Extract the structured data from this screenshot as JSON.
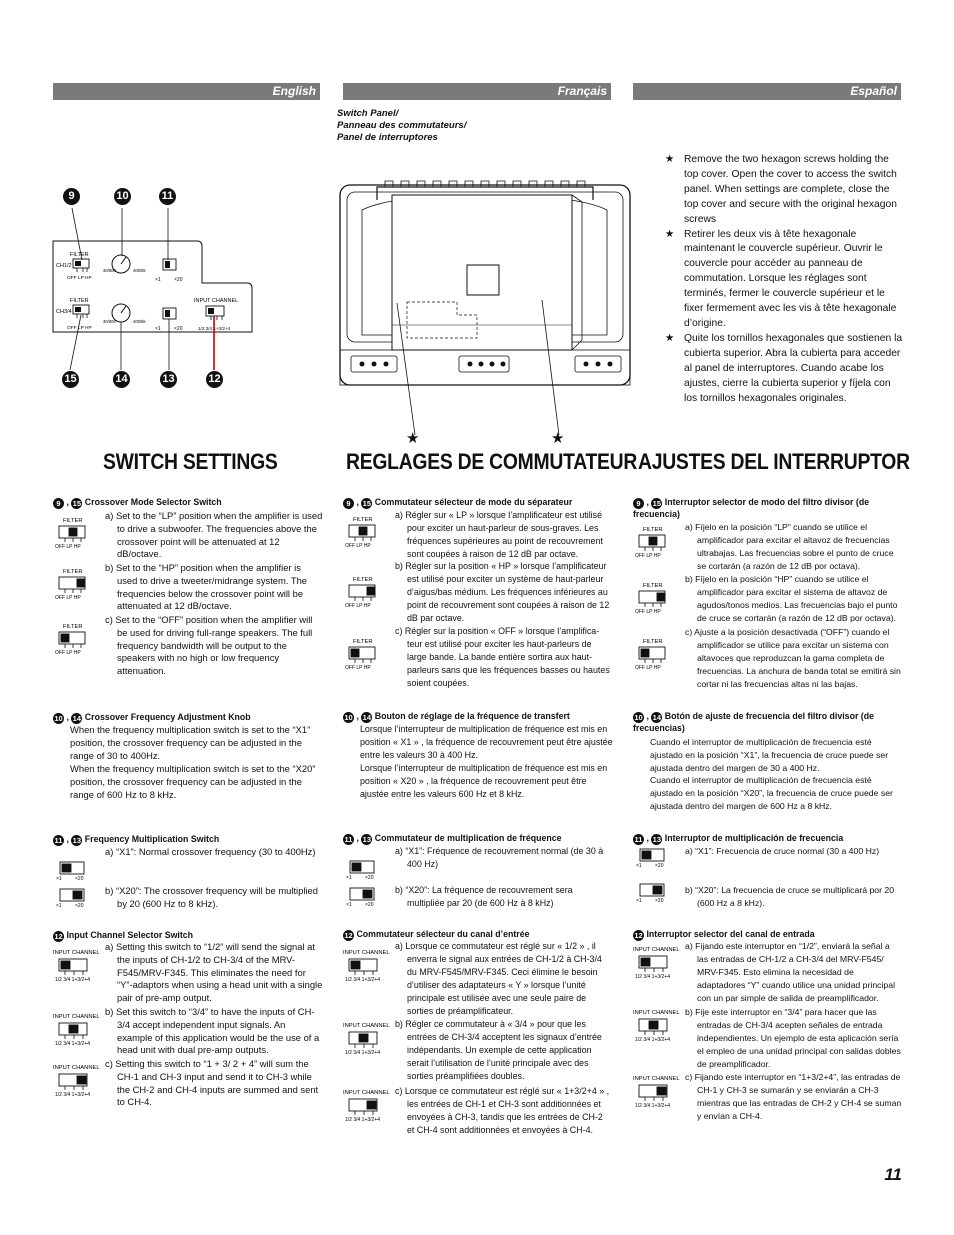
{
  "header": {
    "english": "English",
    "francais": "Français",
    "espanol": "Español"
  },
  "switch_panel_caption": [
    "Switch Panel/",
    "Panneau des commutateurs/",
    "Panel de interruptores"
  ],
  "stars": [
    "Remove the two hexagon screws holding the top cover. Open the cover to access the switch panel. When settings are complete, close the top cover and secure with the original hexagon screws",
    "Retirer les deux vis à tête hexagonale maintenant le couvercle supérieur. Ouvrir le couvercle pour accéder au panneau de commutation. Lorsque les réglages sont terminés, fermer le couvercle supérieur et le fixer fermement avec les vis à tête hexagonale d’origine.",
    "Quite los tornillos hexagonales que sostienen la cubierta superior. Abra la cubierta para acceder al panel de interruptores. Cuando acabe los ajustes, cierre la cubierta superior y fíjela con los tornillos hexagonales originales."
  ],
  "panel": {
    "filter": "FILTER",
    "ch12": "CH1/2",
    "ch34": "CH3/4",
    "off_lp_hp": "OFF  LP  HP",
    "x1": "×1",
    "x20": "×20",
    "f_30_600": "30/600",
    "f_400_8k": "400/8k",
    "input_channel": "INPUT CHANNEL",
    "ic_pos": "1/2  3/4  1+3/2+4",
    "callouts_top": [
      "9",
      "10",
      "11"
    ],
    "callouts_bottom": [
      "15",
      "14",
      "13",
      "12"
    ]
  },
  "titles": {
    "en": "SWITCH SETTINGS",
    "fr": "REGLAGES DE COMMUTATEUR",
    "es": "AJUSTES DEL INTERRUPTOR"
  },
  "icon_labels": {
    "filter": "FILTER",
    "off_lp_hp": "OFF  LP  HP",
    "x1": "×1",
    "x20": "×20",
    "input_channel": "INPUT CHANNEL",
    "ic_pos": "1/2  3/4  1+3/2+4"
  },
  "en": {
    "s1_nums": [
      "9",
      "15"
    ],
    "s1_title": "Crossover Mode Selector Switch",
    "s1_a": "a)  Set to the “LP” position when the amplifier is used to drive a subwoofer. The frequencies above the crossover point will be attenuated at 12 dB/octave.",
    "s1_b": "b)  Set to the “HP” position when the amplifier is used to drive a tweeter/midrange system. The frequencies below the crossover point will be attenuated at 12 dB/octave.",
    "s1_c": "c)  Set to the “OFF” position when the amplifier will be used for driving full-range speakers. The full frequency bandwidth will be output to the speakers with no high or low frequency attenuation.",
    "s2_nums": [
      "10",
      "14"
    ],
    "s2_title": "Crossover Frequency Adjustment Knob",
    "s2_p1": "When the frequency multiplication switch is set to the “X1” position, the crossover frequency can be adjusted in the range of 30 to 400Hz.",
    "s2_p2": "When the frequency multiplication switch is set to the “X20” position, the crossover frequency can be adjusted in the range of 600 Hz to 8 kHz.",
    "s3_nums": [
      "11",
      "13"
    ],
    "s3_title": "Frequency Multiplication Switch",
    "s3_a": "a)  “X1”: Normal crossover frequency (30 to 400Hz)",
    "s3_b": "b)  “X20”: The crossover frequency will be multiplied by 20 (600 Hz to 8 kHz).",
    "s4_nums": [
      "12"
    ],
    "s4_title": "Input Channel Selector Switch",
    "s4_a": "a)  Setting this switch to “1/2” will send the signal at the inputs of CH-1/2 to CH-3/4 of the MRV-F545/MRV-F345. This eliminates the need for “Y”-adaptors when using a head unit with a single pair of pre-amp output.",
    "s4_b": "b)  Set this switch to “3/4” to have the inputs of CH-3/4 accept independent input signals. An example of this application would be the use of a head unit with dual pre-amp outputs.",
    "s4_c": "c)  Setting this switch to “1 + 3/ 2 + 4” will sum the CH-1 and CH-3 input and send it to CH-3 while the CH-2 and CH-4 inputs are summed and sent to CH-4."
  },
  "fr": {
    "s1_title": "Commutateur sélecteur de mode du séparateur",
    "s1_a": "a)  Régler sur « LP » lorsque l’amplificateur est utilisé pour exciter un haut-parleur de sous-graves. Les fréquences supérieures au point de recouvrement sont coupées à raison de 12 dB par octave.",
    "s1_b": "b)  Régler sur la position « HP » lorsque l’amplificateur est utilisé pour exciter un système de haut-parleur d’aigus/bas médium. Les fréquences inférieures au point de recouvrement sont coupées à raison de 12 dB par octave.",
    "s1_c": "c)  Régler sur la position « OFF » lorsque l’amplifica-teur est utilisé pour exciter les haut-parleurs de large bande. La bande entière sortira aux haut-parleurs sans que les fréquences basses ou hautes soient coupées.",
    "s2_title": "Bouton de réglage de la fréquence de transfert",
    "s2_p1": "Lorsque l’interrupteur de multiplication de fréquence est mis en position « X1 » , la fréquence de recouvrement peut être ajustée entre les valeurs 30 à 400 Hz.",
    "s2_p2": "Lorsque l’interrupteur de multiplication de fréquence est mis en position « X20 » , la fréquence de recouvrement peut être ajustée entre les valeurs 600 Hz et 8 kHz.",
    "s3_title": "Commutateur de multiplication de fréquence",
    "s3_a": "a)  “X1”: Fréquence de recouvrement normal (de 30 à 400 Hz)",
    "s3_b": "b)  “X20”: La fréquence de recouvrement sera multipliée par 20 (de 600 Hz à 8 kHz)",
    "s4_title": "Commutateur sélecteur du canal d’entrée",
    "s4_a": "a)  Lorsque ce commutateur est réglé sur « 1/2 » , il enverra le signal aux entrées de CH-1/2 à CH-3/4 du MRV-F545/MRV-F345. Ceci élimine le besoin d’utiliser des adaptateurs « Y » lorsque l’unité principale est utilisée avec une seule paire de sorties de préamplificateur.",
    "s4_b": "b)  Régler ce commutateur à « 3/4 » pour que les entrées de CH-3/4 acceptent les signaux d’entrée indépendants. Un exemple de cette application serait l’utilisation de l’unité principale avec des sorties préamplifiées doubles.",
    "s4_c": "c)  Lorsque ce commutateur est réglé sur « 1+3/2+4 » , les entrées de CH-1 et CH-3 sont additionnées et envoyées à CH-3, tandis que les entrées de CH-2 et CH-4 sont additionnées et envoyées à CH-4."
  },
  "es": {
    "s1_title": "Interruptor selector de modo del filtro divisor (de frecuencia)",
    "s1_a": "a)  Fíjelo en la posición “LP” cuando se utilice el amplificador para excitar el altavoz de frecuencias ultrabajas. Las frecuencias sobre el punto de cruce se cortarán (a razón de 12 dB por octava).",
    "s1_b": "b)  Fíjelo en la posición “HP” cuando se utilice el amplificador para excitar el sistema de altavoz de agudos/tonos medios. Las frecuencias bajo el punto de cruce se cortarán (a razón de 12 dB por octava).",
    "s1_c": "c)  Ajuste a la posición desactivada (“OFF”) cuando el amplificador se utilice para excitar un sistema con altavoces que reproduzcan la gama completa de frecuencias. La anchura de banda total se emitirá sin cortar ni las frecuencias altas ni las bajas.",
    "s2_title": "Botón de ajuste de frecuencia del filtro divisor (de frecuencias)",
    "s2_p1": "Cuando el interruptor de multiplicación de frecuencia esté ajustado en la posición “X1”, la frecuencia de cruce puede ser ajustada dentro del margen de 30 a 400 Hz.",
    "s2_p2": "Cuando el interruptor de multiplicación de frecuencia esté ajustado en la posición “X20”, la frecuencia de cruce puede ser ajustada dentro del margen de 600 Hz a 8 kHz.",
    "s3_title": "Interruptor de multiplicación de frecuencia",
    "s3_a": "a)  “X1”: Frecuencia de cruce normal (30 a 400 Hz)",
    "s3_b": "b)  “X20”: La frecuencia de cruce se multiplicará por 20 (600 Hz a 8 kHz).",
    "s4_title": "Interruptor selector del canal de entrada",
    "s4_a": "a)  Fijando este interruptor en “1/2”, enviará la señal a las entradas de CH-1/2 a CH-3/4 del MRV-F545/ MRV-F345. Esto elimina la necesidad de adaptadores “Y” cuando utilice una unidad principal con un par simple de salida de preamplificador.",
    "s4_b": "b)  Fije este interruptor en “3/4” para hacer que las entradas de CH-3/4 acepten señales de entrada independientes. Un ejemplo de esta aplicación sería el empleo de una unidad principal con salidas dobles de preamplificador.",
    "s4_c": "c)  Fijando este interruptor en “1+3/2+4”, las entradas de CH-1 y CH-3 se sumarán y se enviarán a CH-3 mientras que las entradas de CH-2 y CH-4 se suman y envían a CH-4."
  },
  "page_number": "11"
}
